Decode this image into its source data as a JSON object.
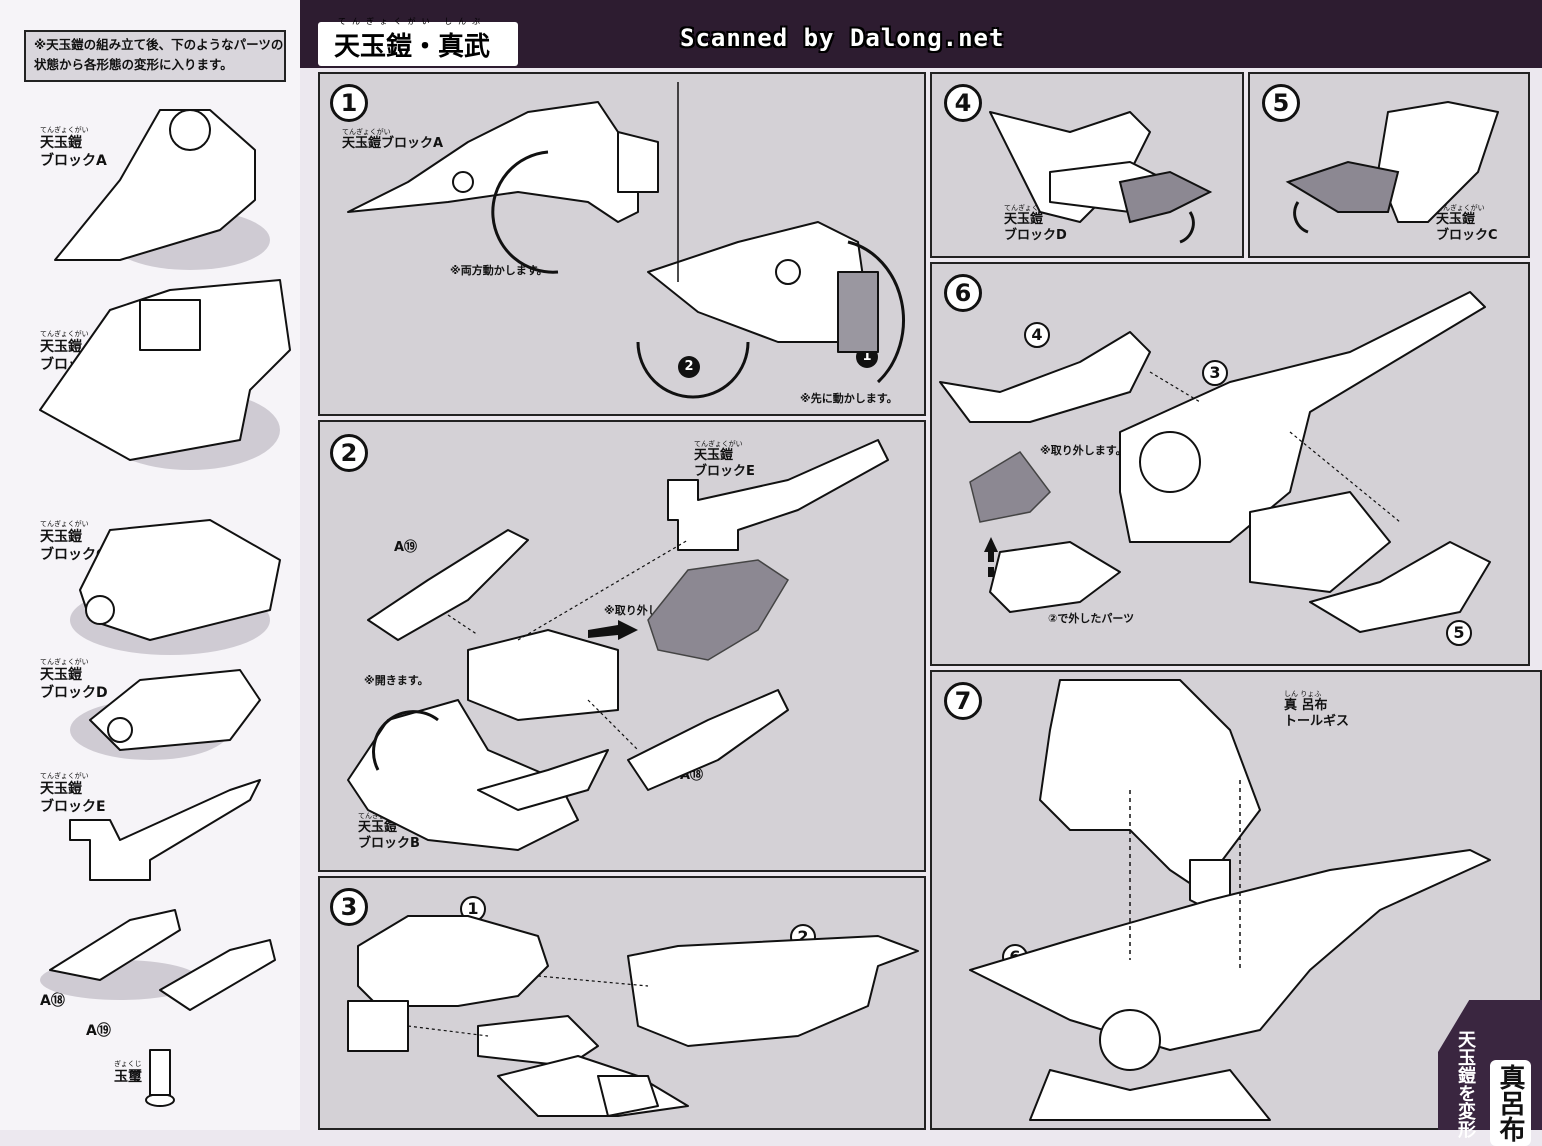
{
  "header": {
    "title": "天玉鎧・真武",
    "title_ruby": "てんぎょくがい しんぶ",
    "watermark": "Scanned by Dalong.net"
  },
  "sidebar": {
    "note_line1": "※天玉鎧の組み立て後、下のようなパーツの",
    "note_line2": "状態から各形態の変形に入ります。",
    "parts": [
      {
        "ruby": "てんぎょくがい",
        "name": "天玉鎧",
        "sub": "ブロックA"
      },
      {
        "ruby": "てんぎょくがい",
        "name": "天玉鎧",
        "sub": "ブロックB"
      },
      {
        "ruby": "てんぎょくがい",
        "name": "天玉鎧",
        "sub": "ブロックC"
      },
      {
        "ruby": "てんぎょくがい",
        "name": "天玉鎧",
        "sub": "ブロックD"
      },
      {
        "ruby": "てんぎょくがい",
        "name": "天玉鎧",
        "sub": "ブロックE"
      }
    ],
    "a18": "A⑱",
    "a19": "A⑲",
    "gyokuji_ruby": "ぎょくじ",
    "gyokuji": "玉璽"
  },
  "steps": {
    "s1": {
      "num": "1",
      "label_ruby": "てんぎょくがい",
      "label": "天玉鎧ブロックA",
      "note_both": "※両方動かします。",
      "note_first": "※先に動かします。",
      "arrow1": "1",
      "arrow2": "2"
    },
    "s2": {
      "num": "2",
      "label_e_ruby": "てんぎょくがい",
      "label_e": "天玉鎧",
      "label_e_sub": "ブロックE",
      "a19": "A⑲",
      "note_remove": "※取り外します。",
      "note_open": "※開きます。",
      "a18": "A⑱",
      "label_b_ruby": "てんぎょくがい",
      "label_b": "天玉鎧",
      "label_b_sub": "ブロックB"
    },
    "s3": {
      "num": "3",
      "c1": "1",
      "c2": "2"
    },
    "s4": {
      "num": "4",
      "label_ruby": "てんぎょくがい",
      "label": "天玉鎧",
      "label_sub": "ブロックD"
    },
    "s5": {
      "num": "5",
      "label_ruby": "てんぎょくがい",
      "label": "天玉鎧",
      "label_sub": "ブロックC"
    },
    "s6": {
      "num": "6",
      "c4": "4",
      "c3": "3",
      "c5": "5",
      "note_remove": "※取り外します。",
      "removed_parts": "②で外したパーツ"
    },
    "s7": {
      "num": "7",
      "label_ruby": "しん りょふ",
      "label": "真 呂布",
      "label_sub": "トールギス",
      "c6": "6"
    }
  },
  "banner": {
    "text": "天玉鎧を変形",
    "big": "真呂布"
  }
}
